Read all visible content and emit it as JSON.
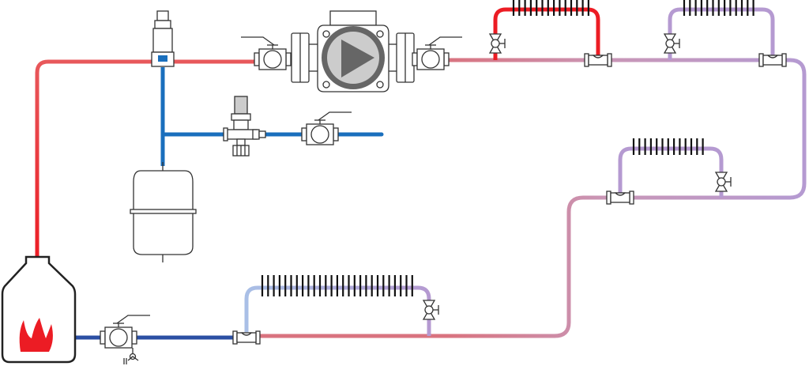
{
  "diagram": {
    "type": "heating-system-schematic",
    "colors": {
      "supply_hot": "#ec1c24",
      "supply_warm": "#e8585b",
      "cold_water": "#1a6fbd",
      "return_dark": "#2b4fa3",
      "return_mid": "#b59ad1",
      "return_light": "#a9bfe6",
      "pump_gray": "#666666",
      "pump_light": "#cccccc",
      "flame": "#ec1c24"
    },
    "components": [
      {
        "name": "boiler",
        "icon": "boiler-flame-icon"
      },
      {
        "name": "circulation-pump",
        "icon": "pump-play-icon"
      },
      {
        "name": "air-vent",
        "icon": "air-vent-icon"
      },
      {
        "name": "expansion-tank",
        "icon": "tank-icon"
      },
      {
        "name": "safety-valve",
        "icon": "safety-valve-icon"
      },
      {
        "name": "ball-valve",
        "icon": "ball-valve-icon"
      },
      {
        "name": "radiator",
        "icon": "radiator-icon"
      },
      {
        "name": "thermostatic-valve",
        "icon": "valve-icon"
      },
      {
        "name": "tee-fitting",
        "icon": "tee-icon"
      }
    ]
  }
}
